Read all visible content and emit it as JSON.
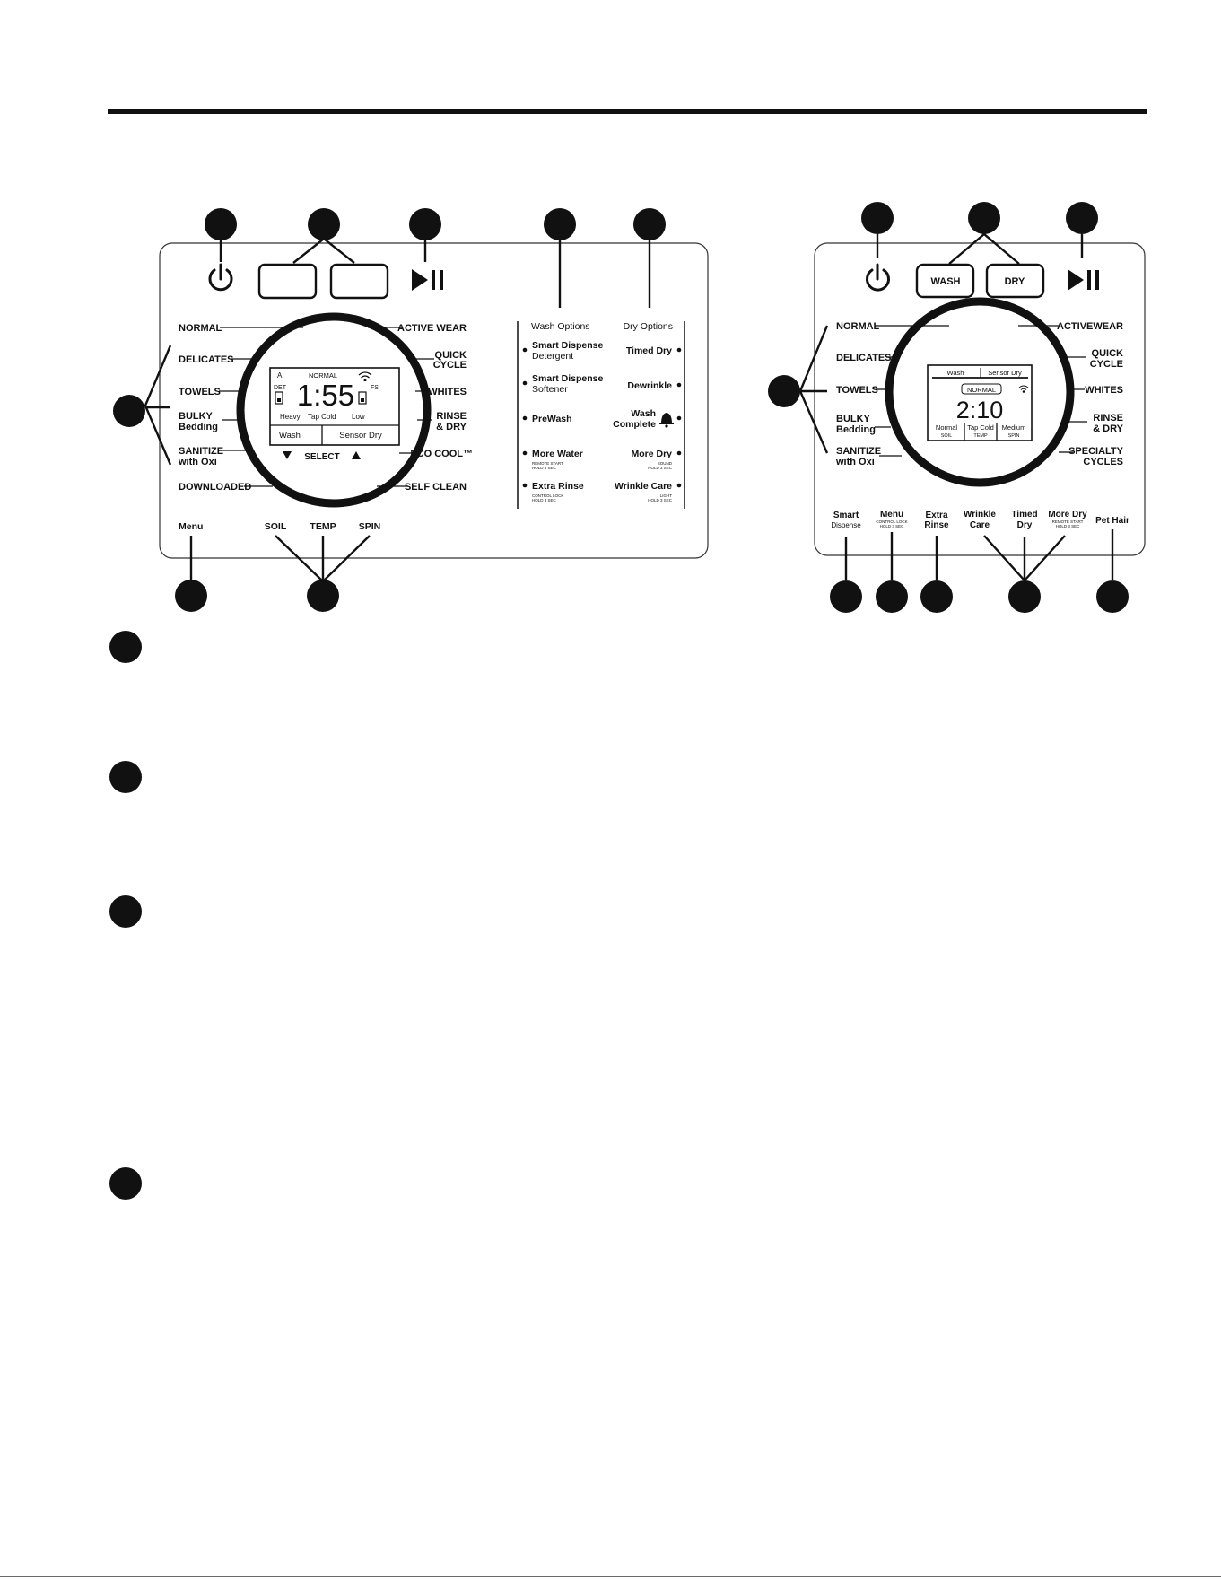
{
  "panel_a": {
    "cycles_left": [
      "NORMAL",
      "DELICATES",
      "TOWELS",
      "BULKY",
      "Bedding",
      "SANITIZE",
      "with Oxi",
      "DOWNLOADED"
    ],
    "cycles_right": [
      "ACTIVE WEAR",
      "QUICK",
      "CYCLE",
      "WHITES",
      "RINSE",
      "& DRY",
      "ECO COOL™",
      "SELF CLEAN"
    ],
    "display": {
      "ai": "AI",
      "mode": "NORMAL",
      "det": "DET",
      "fs": "FS",
      "time": "1:55",
      "soil": "Heavy",
      "temp": "Tap Cold",
      "spin": "Low",
      "wash": "Wash",
      "sensor_dry": "Sensor Dry"
    },
    "select_label": "SELECT",
    "wash_options_header": "Wash Options",
    "dry_options_header": "Dry Options",
    "wash_options": {
      "sd_det_1": "Smart Dispense",
      "sd_det_2": "Detergent",
      "sd_soft_1": "Smart Dispense",
      "sd_soft_2": "Softener",
      "prewash": "PreWash",
      "more_water": "More Water",
      "remote_start_1": "REMOTE START",
      "remote_start_2": "HOLD 3 SEC",
      "extra_rinse": "Extra Rinse",
      "control_lock_1": "CONTROL LOCK",
      "control_lock_2": "HOLD 3 SEC"
    },
    "dry_options": {
      "timed_dry": "Timed Dry",
      "dewrinkle": "Dewrinkle",
      "wash_complete_1": "Wash",
      "wash_complete_2": "Complete",
      "more_dry": "More Dry",
      "sound_1": "SOUND",
      "sound_2": "HOLD 3 SEC",
      "wrinkle_care": "Wrinkle Care",
      "light_1": "LIGHT",
      "light_2": "HOLD 3 SEC"
    },
    "bottom": {
      "menu": "Menu",
      "soil": "SOIL",
      "temp": "TEMP",
      "spin": "SPIN"
    }
  },
  "panel_b": {
    "wash_button": "WASH",
    "dry_button": "DRY",
    "cycles_left": [
      "NORMAL",
      "DELICATES",
      "TOWELS",
      "BULKY",
      "Bedding",
      "SANITIZE",
      "with Oxi"
    ],
    "cycles_right": [
      "ACTIVEWEAR",
      "QUICK",
      "CYCLE",
      "WHITES",
      "RINSE",
      "& DRY",
      "SPECIALTY",
      "CYCLES"
    ],
    "display": {
      "wash": "Wash",
      "sensor_dry": "Sensor Dry",
      "mode": "NORMAL",
      "time": "2:10",
      "soil_val": "Normal",
      "soil_lbl": "SOIL",
      "temp_val": "Tap Cold",
      "temp_lbl": "TEMP",
      "spin_val": "Medium",
      "spin_lbl": "SPIN"
    },
    "bottom": {
      "smart_1": "Smart",
      "smart_2": "Dispense",
      "menu": "Menu",
      "menu_sub_1": "CONTROL LOCK",
      "menu_sub_2": "HOLD 3 SEC",
      "extra_1": "Extra",
      "extra_2": "Rinse",
      "wrinkle_1": "Wrinkle",
      "wrinkle_2": "Care",
      "timed_1": "Timed",
      "timed_2": "Dry",
      "moredry": "More Dry",
      "moredry_sub_1": "REMOTE START",
      "moredry_sub_2": "HOLD 3 SEC",
      "pethair": "Pet Hair"
    }
  }
}
